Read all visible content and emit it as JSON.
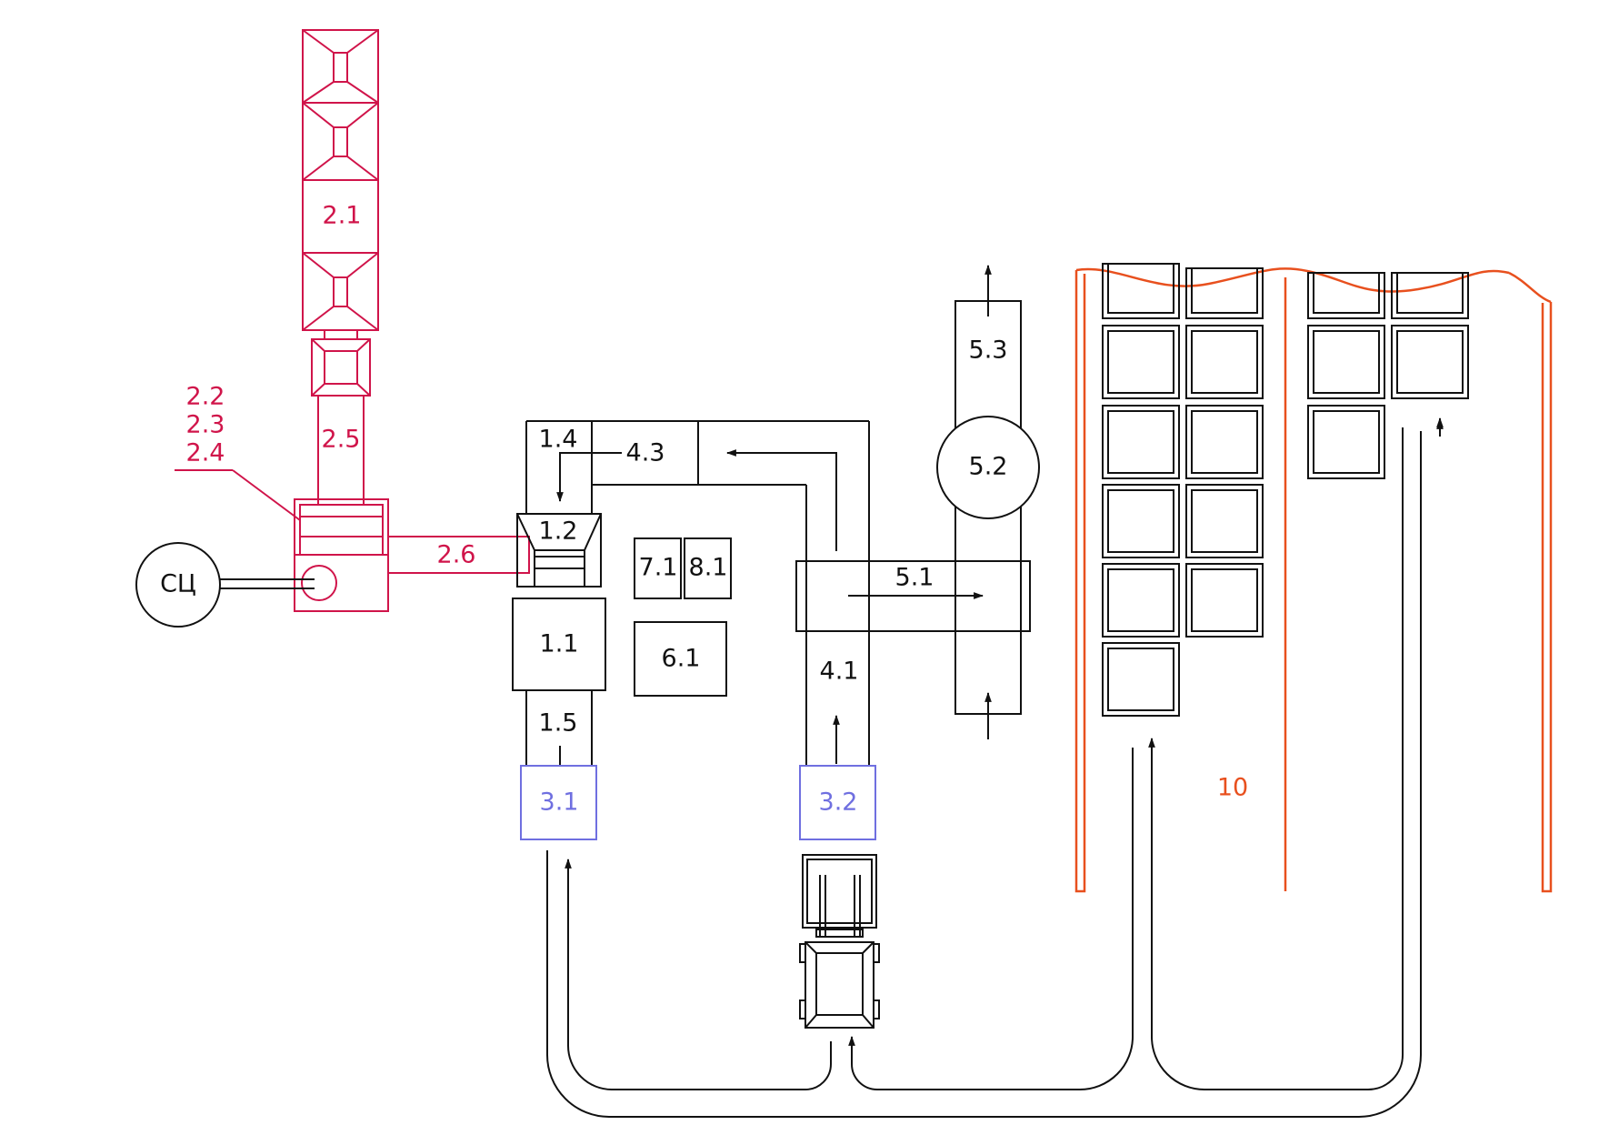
{
  "labels": {
    "l2_1": "2.1",
    "l2_2": "2.2",
    "l2_3": "2.3",
    "l2_4": "2.4",
    "l2_5": "2.5",
    "l2_6": "2.6",
    "sc": "СЦ",
    "l1_1": "1.1",
    "l1_2": "1.2",
    "l1_4": "1.4",
    "l1_5": "1.5",
    "l4_1": "4.1",
    "l4_3": "4.3",
    "l3_1": "3.1",
    "l3_2": "3.2",
    "l5_1": "5.1",
    "l5_2": "5.2",
    "l5_3": "5.3",
    "l6_1": "6.1",
    "l7_1": "7.1",
    "l8_1": "8.1",
    "l10": "10"
  },
  "colors": {
    "black": "#111111",
    "red": "#d0144a",
    "blue": "#6f6fe0",
    "orange": "#e8501e"
  }
}
